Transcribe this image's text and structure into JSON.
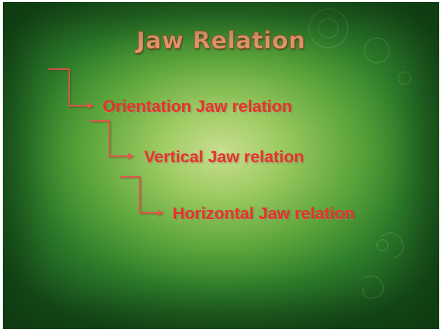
{
  "slide": {
    "title": "Jaw Relation",
    "items": [
      {
        "label": "Orientation Jaw relation"
      },
      {
        "label": "Vertical Jaw relation"
      },
      {
        "label": "Horizontal Jaw relation"
      }
    ]
  },
  "colors": {
    "title": "#f2a07c",
    "item_text": "#e8322c",
    "arrow": "#e0584a",
    "background_center": "#c8df8f",
    "background_edge": "#17521c"
  },
  "icons": [
    "bent-arrow-icon",
    "bent-arrow-icon",
    "bent-arrow-icon"
  ]
}
